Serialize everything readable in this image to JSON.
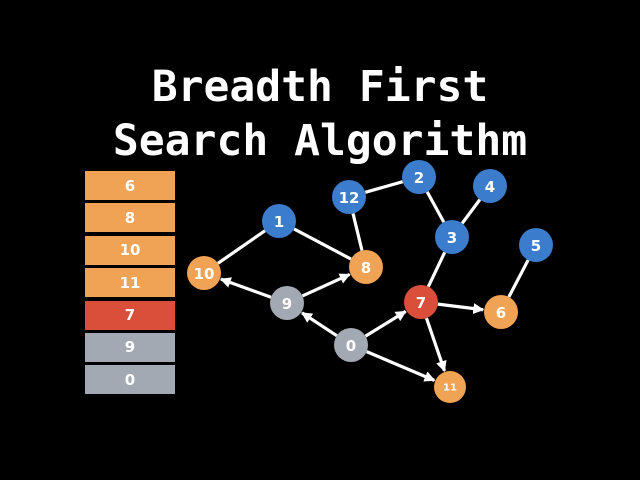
{
  "title": {
    "line1": "Breadth First",
    "line2": "Search Algorithm"
  },
  "colors": {
    "background": "#000000",
    "unvisited": "#3b7dcc",
    "queued": "#f0a355",
    "current": "#d94f3a",
    "visited": "#a3a9b3",
    "edge": "#ffffff"
  },
  "queue": [
    {
      "label": "6",
      "state": "queued"
    },
    {
      "label": "8",
      "state": "queued"
    },
    {
      "label": "10",
      "state": "queued"
    },
    {
      "label": "11",
      "state": "queued"
    },
    {
      "label": "7",
      "state": "current"
    },
    {
      "label": "9",
      "state": "visited"
    },
    {
      "label": "0",
      "state": "visited"
    }
  ],
  "graph": {
    "nodes": [
      {
        "id": "0",
        "label": "0",
        "state": "visited"
      },
      {
        "id": "1",
        "label": "1",
        "state": "unvisited"
      },
      {
        "id": "2",
        "label": "2",
        "state": "unvisited"
      },
      {
        "id": "3",
        "label": "3",
        "state": "unvisited"
      },
      {
        "id": "4",
        "label": "4",
        "state": "unvisited"
      },
      {
        "id": "5",
        "label": "5",
        "state": "unvisited"
      },
      {
        "id": "6",
        "label": "6",
        "state": "queued"
      },
      {
        "id": "7",
        "label": "7",
        "state": "current"
      },
      {
        "id": "8",
        "label": "8",
        "state": "queued"
      },
      {
        "id": "9",
        "label": "9",
        "state": "visited"
      },
      {
        "id": "10",
        "label": "10",
        "state": "queued"
      },
      {
        "id": "11",
        "label": "11",
        "state": "queued"
      },
      {
        "id": "12",
        "label": "12",
        "state": "unvisited"
      }
    ],
    "edges": [
      {
        "from": "1",
        "to": "10",
        "directed": false
      },
      {
        "from": "1",
        "to": "8",
        "directed": false
      },
      {
        "from": "12",
        "to": "8",
        "directed": false
      },
      {
        "from": "12",
        "to": "2",
        "directed": false
      },
      {
        "from": "2",
        "to": "3",
        "directed": false
      },
      {
        "from": "4",
        "to": "3",
        "directed": false
      },
      {
        "from": "3",
        "to": "7",
        "directed": false
      },
      {
        "from": "5",
        "to": "6",
        "directed": false
      },
      {
        "from": "9",
        "to": "10",
        "directed": true
      },
      {
        "from": "9",
        "to": "8",
        "directed": true
      },
      {
        "from": "0",
        "to": "9",
        "directed": true
      },
      {
        "from": "0",
        "to": "7",
        "directed": true
      },
      {
        "from": "0",
        "to": "11",
        "directed": true
      },
      {
        "from": "7",
        "to": "6",
        "directed": true
      },
      {
        "from": "7",
        "to": "11",
        "directed": true
      }
    ]
  }
}
